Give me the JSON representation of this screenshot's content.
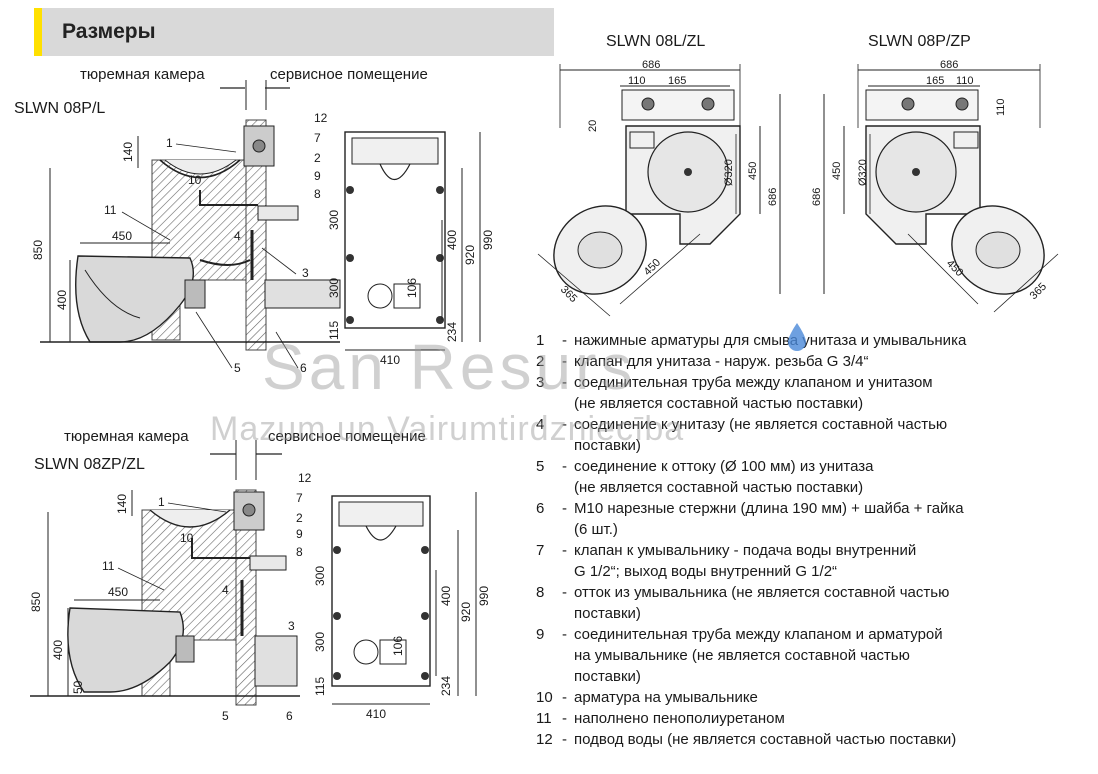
{
  "header": {
    "title": "Размеры"
  },
  "top_section": {
    "label_left": "тюремная камера",
    "label_right": "сервисное помещение",
    "model": "SLWN 08P/L",
    "dims": {
      "d140": "140",
      "d850": "850",
      "d400": "400",
      "d450": "450",
      "d300a": "300",
      "d300b": "300",
      "d115": "115",
      "d410": "410",
      "d920": "920",
      "d990": "990",
      "d234": "234",
      "d106": "106",
      "d400b": "400"
    },
    "callouts": [
      "1",
      "2",
      "3",
      "4",
      "5",
      "6",
      "7",
      "8",
      "9",
      "10",
      "11",
      "12"
    ]
  },
  "bottom_section": {
    "label_left": "тюремная камера",
    "label_right": "сервисное помещение",
    "model": "SLWN 08ZP/ZL",
    "dims": {
      "d140": "140",
      "d850": "850",
      "d400": "400",
      "d450": "450",
      "d50": "50",
      "d300a": "300",
      "d300b": "300",
      "d115": "115",
      "d410": "410",
      "d920": "920",
      "d990": "990",
      "d234": "234",
      "d106": "106",
      "d400b": "400"
    },
    "callouts": [
      "1",
      "2",
      "3",
      "4",
      "5",
      "6",
      "7",
      "8",
      "9",
      "10",
      "11",
      "12"
    ]
  },
  "plan_left": {
    "title": "SLWN 08L/ZL",
    "dims": {
      "w686": "686",
      "w110": "110",
      "w165": "165",
      "h20": "20",
      "dia320": "Ø320",
      "h450": "450",
      "h686": "686",
      "d365": "365",
      "d450": "450"
    }
  },
  "plan_right": {
    "title": "SLWN 08P/ZP",
    "dims": {
      "w686": "686",
      "w165": "165",
      "w110": "110",
      "h110": "110",
      "h450": "450",
      "dia320": "Ø320",
      "h686": "686",
      "d450": "450",
      "d365": "365"
    }
  },
  "legend": [
    {
      "num": "1",
      "lines": [
        "нажимные арматуры для смыва унитаза и умывальника"
      ]
    },
    {
      "num": "2",
      "lines": [
        "клапан для унитаза - наруж. резьба G 3/4“"
      ]
    },
    {
      "num": "3",
      "lines": [
        "соединительная труба между клапаном и унитазом",
        "(не является составной частью поставки)"
      ]
    },
    {
      "num": "4",
      "lines": [
        "соединение к унитазу (не является составной частью",
        "поставки)"
      ]
    },
    {
      "num": "5",
      "lines": [
        "соединение к оттоку (Ø 100 мм) из унитаза",
        "(не является составной частью поставки)"
      ]
    },
    {
      "num": "6",
      "lines": [
        "M10 нарезные стержни (длина 190 мм) + шайба + гайка",
        "(6 шт.)"
      ]
    },
    {
      "num": "7",
      "lines": [
        "клапан к умывальнику - подача воды внутренний",
        "G 1/2“; выход воды внутренний G 1/2“"
      ]
    },
    {
      "num": "8",
      "lines": [
        "отток из умывальника (не является составной частью",
        "поставки)"
      ]
    },
    {
      "num": "9",
      "lines": [
        "соединительная труба между клапаном и арматурой",
        "на умывальнике (не является составной частью",
        "поставки)"
      ]
    },
    {
      "num": "10",
      "lines": [
        "арматура на умывальнике"
      ]
    },
    {
      "num": "11",
      "lines": [
        "наполнено пенополиуретаном"
      ]
    },
    {
      "num": "12",
      "lines": [
        "подвод воды (не является составной частью поставки)"
      ]
    }
  ],
  "watermark": {
    "line1": "San Resurs",
    "line2": "Mazum un Vairumtirdzniecība"
  }
}
